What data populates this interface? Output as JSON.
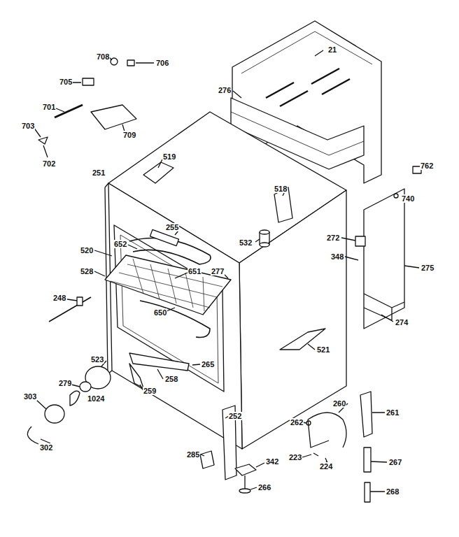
{
  "diagram": {
    "labels": [
      "708",
      "706",
      "705",
      "701",
      "703",
      "709",
      "702",
      "21",
      "276",
      "519",
      "251",
      "762",
      "518",
      "740",
      "255",
      "532",
      "272",
      "520",
      "652",
      "348",
      "651",
      "277",
      "528",
      "275",
      "248",
      "650",
      "274",
      "521",
      "523",
      "265",
      "279",
      "258",
      "259",
      "303",
      "1024",
      "302",
      "260",
      "261",
      "252",
      "262",
      "223",
      "224",
      "285",
      "342",
      "267",
      "266",
      "268"
    ]
  }
}
